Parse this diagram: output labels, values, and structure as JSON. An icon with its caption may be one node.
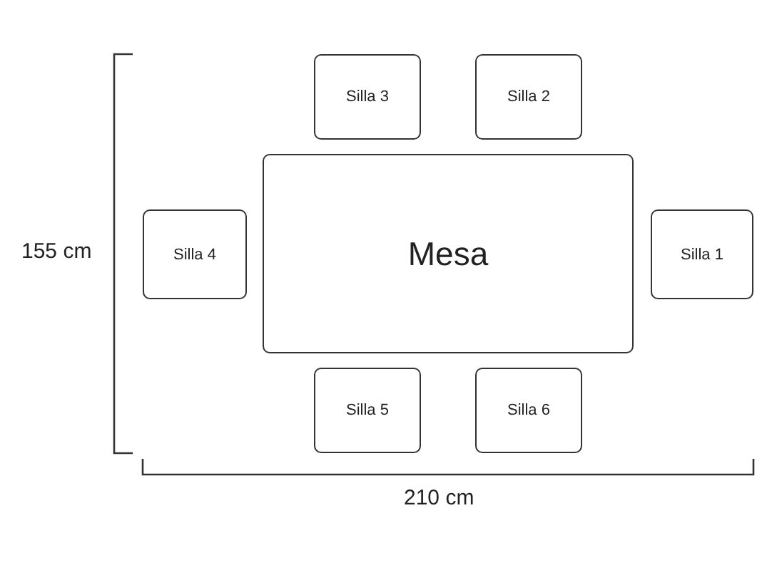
{
  "diagram": {
    "nodes": [
      {
        "text": [
          "Silla 3"
        ]
      },
      {
        "text": [
          "Silla 2"
        ]
      },
      {
        "text": [
          "Silla 4"
        ]
      },
      {
        "text": [
          "Mesa"
        ]
      },
      {
        "text": [
          "Silla 1"
        ]
      },
      {
        "text": [
          "Silla 5"
        ]
      },
      {
        "text": [
          "Silla 6"
        ]
      }
    ],
    "edges": [],
    "labels": [
      "155 cm",
      "210 cm"
    ]
  }
}
